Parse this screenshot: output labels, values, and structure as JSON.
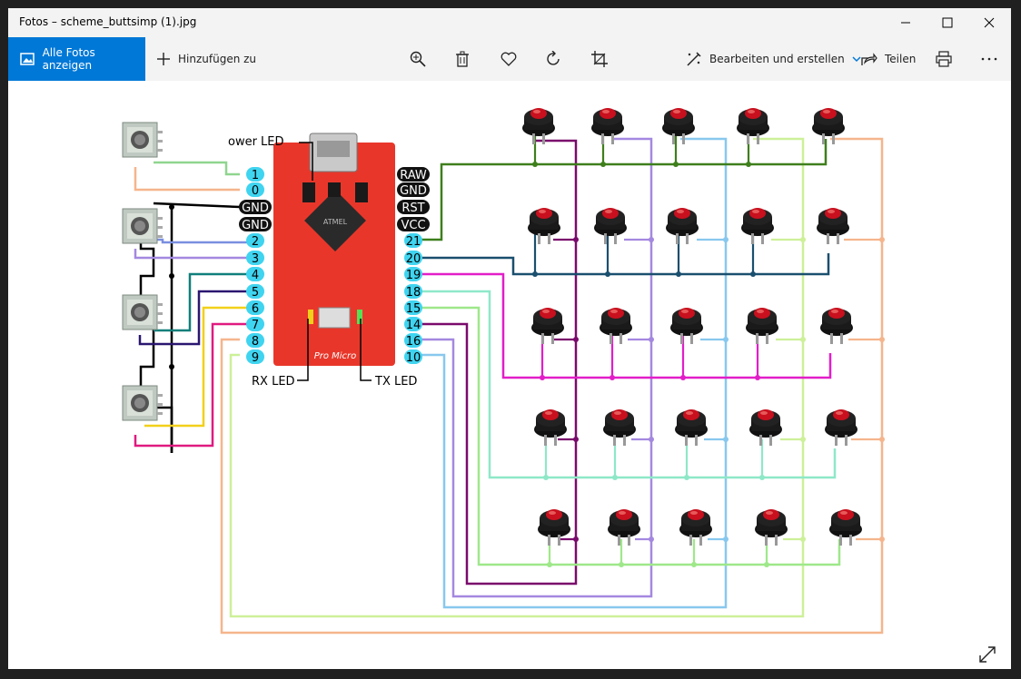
{
  "window": {
    "title": "Fotos – scheme_buttsimp (1).jpg"
  },
  "toolbar": {
    "all_photos_label": "Alle Fotos anzeigen",
    "add_to_label": "Hinzufügen zu",
    "edit_label": "Bearbeiten und erstellen",
    "share_label": "Teilen"
  },
  "schematic": {
    "power_led_label": "ower LED",
    "rx_led_label": "RX LED",
    "tx_led_label": "TX LED",
    "left_pins": [
      "1",
      "0",
      "GND",
      "GND",
      "2",
      "3",
      "4",
      "5",
      "6",
      "7",
      "8",
      "9"
    ],
    "right_pins": [
      "RAW",
      "GND",
      "RST",
      "VCC",
      "21",
      "20",
      "19",
      "18",
      "15",
      "14",
      "16",
      "10"
    ],
    "board_text": "Pro Micro"
  },
  "colors": {
    "accent": "#0078d7",
    "board": "#e8372a"
  }
}
